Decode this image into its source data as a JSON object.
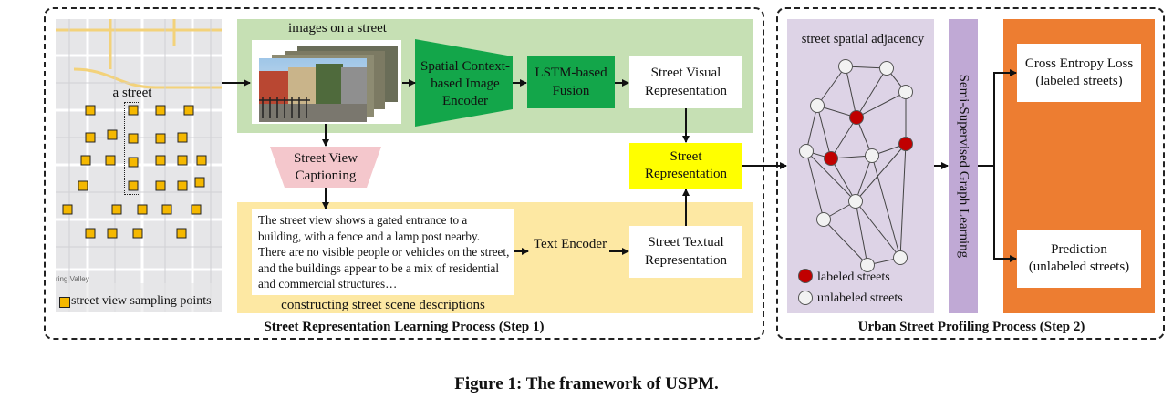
{
  "step1": {
    "title": "Street Representation Learning Process (Step 1)",
    "map": {
      "street_label": "a street",
      "legend": "street view sampling points",
      "map_corner_text": "ring Valley"
    },
    "images_label": "images on a street",
    "spatial_encoder": "Spatial Context-based Image Encoder",
    "lstm": "LSTM-based Fusion",
    "visual_rep": "Street Visual Representation",
    "captioning": "Street View Captioning",
    "street_rep": "Street Representation",
    "description_text": "The street view shows a gated entrance to a building, with a fence and a lamp post nearby. There are no visible people or vehicles on the street, and the buildings appear to be a mix of residential and commercial structures…",
    "description_label": "constructing street scene descriptions",
    "text_encoder": "Text Encoder",
    "textual_rep": "Street Textual Representation"
  },
  "step2": {
    "title": "Urban Street Profiling Process (Step 2)",
    "adjacency_label": "street spatial adjacency",
    "legend_labeled": "labeled streets",
    "legend_unlabeled": "unlabeled streets",
    "ssgl": "Semi-Supervised Graph Learning",
    "loss": "Cross Entropy Loss (labeled streets)",
    "prediction": "Prediction (unlabeled streets)"
  },
  "caption": "Figure 1: The framework of USPM.",
  "colors": {
    "green_panel": "#c6e0b4",
    "green_box": "#13a64a",
    "pink": "#f4c7cc",
    "yellow": "#ffff00",
    "yellow_panel": "#fde8a3",
    "orange_trap": "#f5b800",
    "purple_panel": "#ddd3e6",
    "purple_bar": "#c0a9d5",
    "orange_panel": "#ed7d31",
    "node_red": "#c00000"
  }
}
